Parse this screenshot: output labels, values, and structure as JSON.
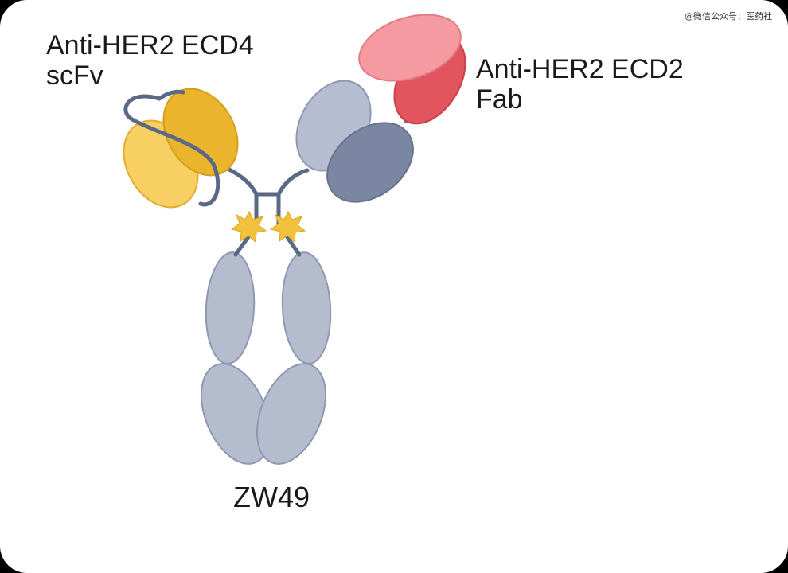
{
  "labels": {
    "scfv_line1": "Anti-HER2 ECD4",
    "scfv_line2": "scFv",
    "fab_line1": "Anti-HER2 ECD2",
    "fab_line2": "Fab",
    "molecule_name": "ZW49"
  },
  "watermark": "@微信公众号：医药社",
  "colors": {
    "scfv_light": "#f8cf62",
    "scfv_dark": "#eab52c",
    "fab_heavy_light": "#f59aa0",
    "fab_heavy_dark": "#e2555f",
    "fab_light_pale": "#b6bdd0",
    "fab_light_slate": "#7b87a2",
    "fc_domain": "#b4bccd",
    "linker": "#5a6a86",
    "payload_star": "#f3c23c"
  }
}
